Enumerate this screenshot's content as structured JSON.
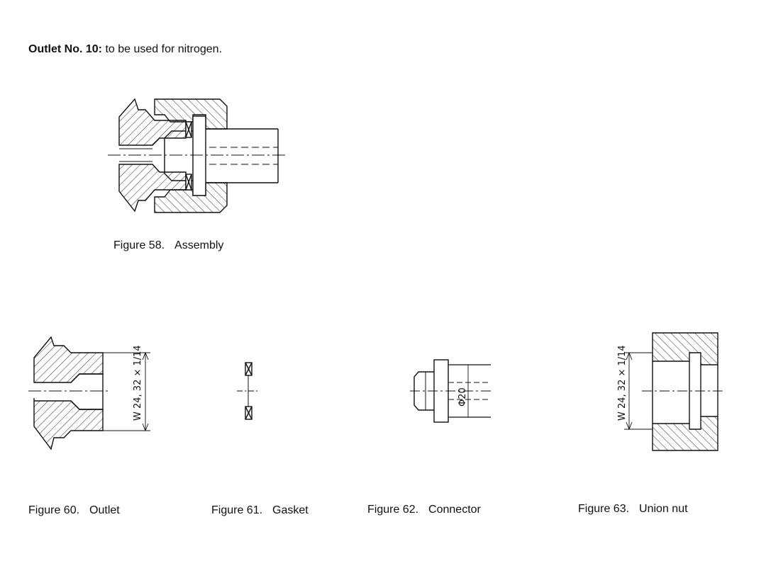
{
  "heading": {
    "bold": "Outlet No. 10:",
    "text": " to be used for nitrogen."
  },
  "figures": {
    "assembly": {
      "number": "Figure 58.",
      "label": "Assembly"
    },
    "outlet": {
      "number": "Figure 60.",
      "label": "Outlet"
    },
    "gasket": {
      "number": "Figure 61.",
      "label": "Gasket"
    },
    "connector": {
      "number": "Figure 62.",
      "label": "Connector"
    },
    "union_nut": {
      "number": "Figure 63.",
      "label": "Union nut"
    }
  },
  "dimensions": {
    "outlet_thread": "W 24, 32 × 1/14",
    "connector_diameter": "Φ20",
    "union_nut_thread": "W 24, 32 × 1/14"
  },
  "colors": {
    "ink": "#111111",
    "paper": "#ffffff"
  }
}
